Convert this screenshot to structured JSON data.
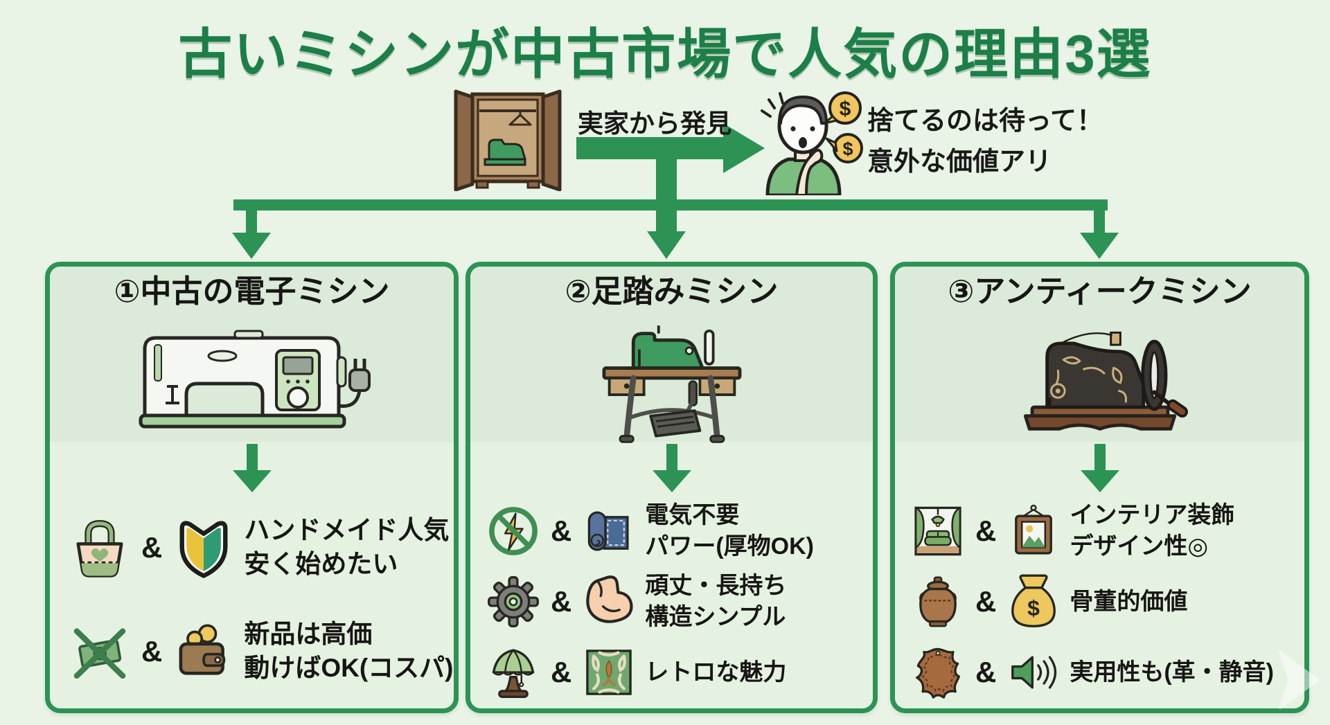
{
  "title": "古いミシンが中古市場で人気の理由3選",
  "flow": {
    "source_icon": "wardrobe-with-sewing-machine",
    "arrow_label": "実家から発見",
    "person_icon": "thinking-person-with-money-bubbles",
    "callout_line1": "捨てるのは待って！",
    "callout_line2": "意外な価値アリ"
  },
  "symbols": {
    "ampersand": "&",
    "dollar": "$"
  },
  "colors": {
    "background": "#e9f3e6",
    "card_band": "#dcead9",
    "card_body": "#e6f2e1",
    "card_border": "#2c9355",
    "arrow_green": "#2c9355",
    "title_green": "#1c7f47",
    "text_black": "#1f1f1d"
  },
  "columns": [
    {
      "header": "①中古の電子ミシン",
      "machine_icon": "electronic-sewing-machine",
      "features": [
        {
          "icon_left": "tote-bag",
          "icon_right": "beginner-mark",
          "lines": [
            "ハンドメイド人気",
            "安く始めたい"
          ]
        },
        {
          "icon_left": "crossed-out-money",
          "icon_right": "wallet-with-coins",
          "lines": [
            "新品は高価",
            "動けばOK(コスパ)"
          ]
        }
      ]
    },
    {
      "header": "②足踏みミシン",
      "machine_icon": "treadle-sewing-machine",
      "features": [
        {
          "icon_left": "no-electricity",
          "icon_right": "denim-fabric-roll",
          "lines": [
            "電気不要",
            "パワー(厚物OK)"
          ]
        },
        {
          "icon_left": "gear",
          "icon_right": "muscle-arm",
          "lines": [
            "頑丈・長持ち",
            "構造シンプル"
          ]
        },
        {
          "icon_left": "retro-lamp",
          "icon_right": "retro-pattern-tile",
          "lines": [
            "レトロな魅力"
          ]
        }
      ]
    },
    {
      "header": "③アンティークミシン",
      "machine_icon": "antique-sewing-machine",
      "features": [
        {
          "icon_left": "interior-room",
          "icon_right": "picture-frame",
          "lines": [
            "インテリア装飾",
            "デザイン性◎"
          ]
        },
        {
          "icon_left": "antique-vase",
          "icon_right": "money-bag",
          "lines": [
            "骨董的価値"
          ]
        },
        {
          "icon_left": "leather-hide",
          "icon_right": "speaker-sound",
          "lines": [
            "実用性も(革・静音)"
          ]
        }
      ]
    }
  ]
}
